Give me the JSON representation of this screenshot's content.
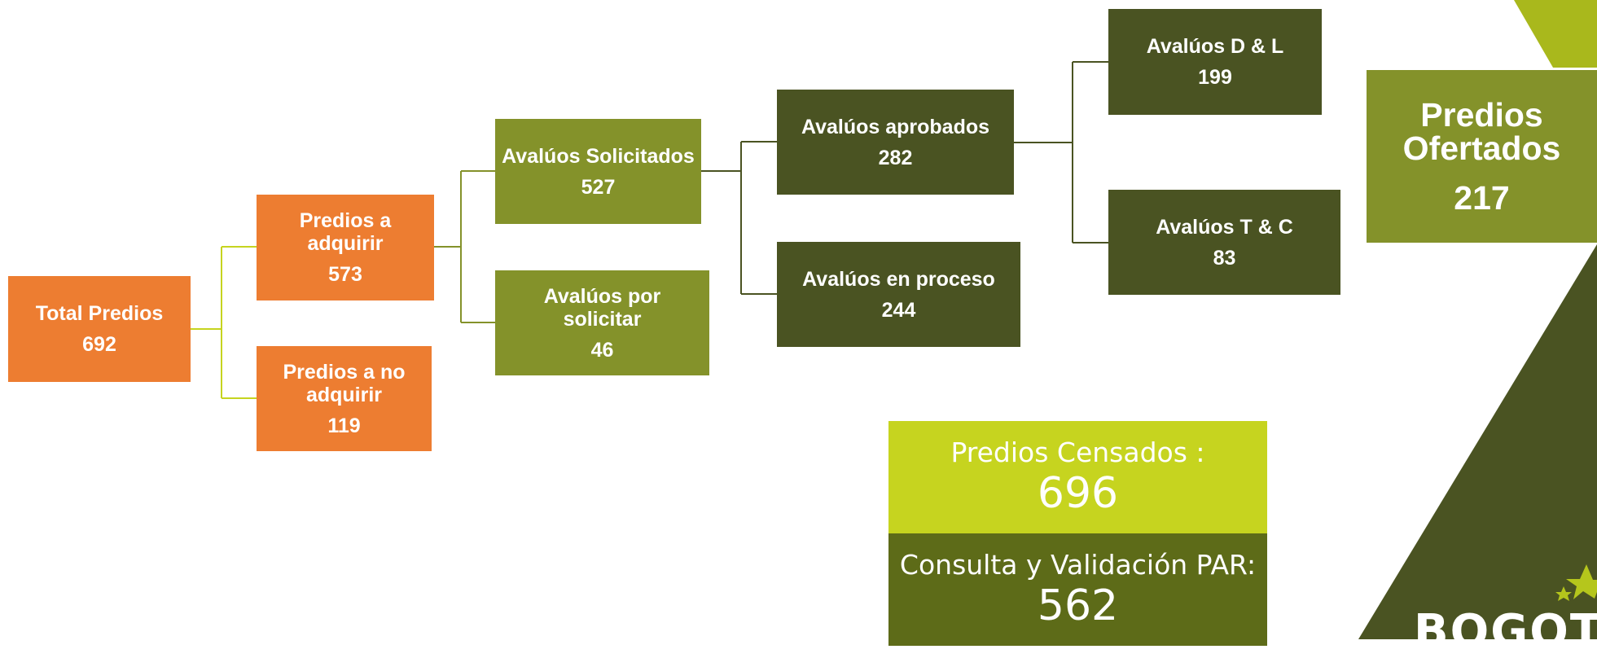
{
  "colors": {
    "orange": "#ED7D31",
    "green": "#84922A",
    "dark_olive": "#4A5322",
    "lime": "#C6D41F",
    "olive": "#5D6B18",
    "connector_lime": "#C6D41F",
    "connector_olive": "#4A5322"
  },
  "nodes": {
    "total_predios": {
      "label": "Total Predios",
      "value": "692"
    },
    "predios_a_adquirir": {
      "label": "Predios a adquirir",
      "value": "573"
    },
    "predios_a_no_adquirir": {
      "label": "Predios a no adquirir",
      "value": "119"
    },
    "avaluos_solicitados": {
      "label": "Avalúos Solicitados",
      "value": "527"
    },
    "avaluos_por_solicitar": {
      "label": "Avalúos por solicitar",
      "value": "46"
    },
    "avaluos_aprobados": {
      "label": "Avalúos aprobados",
      "value": "282"
    },
    "avaluos_en_proceso": {
      "label": "Avalúos en proceso",
      "value": "244"
    },
    "avaluos_dl": {
      "label": "Avalúos D & L",
      "value": "199"
    },
    "avaluos_tc": {
      "label": "Avalúos T & C",
      "value": "83"
    },
    "predios_ofertados": {
      "label": "Predios Ofertados",
      "value": "217"
    }
  },
  "summary": {
    "censados": {
      "label": "Predios Censados :",
      "value": "696"
    },
    "validacion": {
      "label": "Consulta y Validación PAR:",
      "value": "562"
    }
  },
  "logo": {
    "text": "BOGOTÁ",
    "icon": "star-icon"
  }
}
